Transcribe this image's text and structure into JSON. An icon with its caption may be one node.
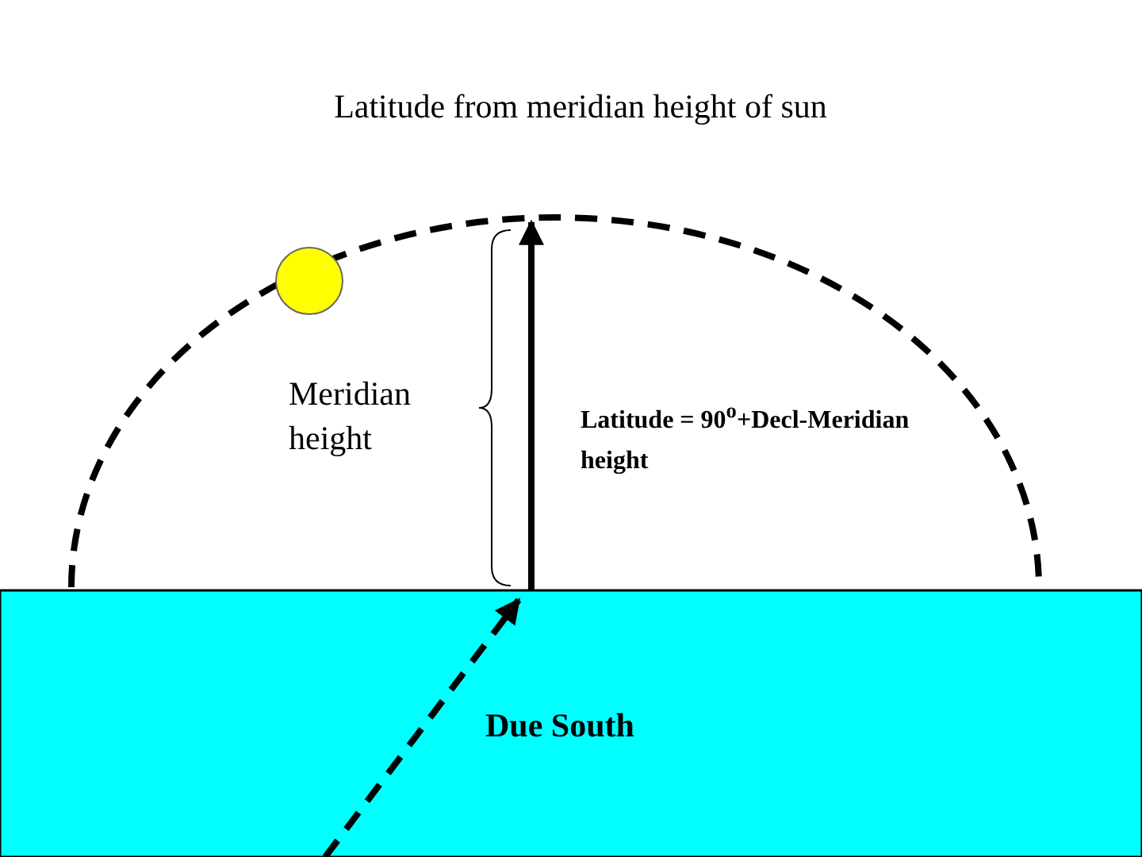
{
  "diagram": {
    "title": "Latitude from meridian height of sun",
    "labels": [
      "Meridian height",
      "Latitude = 90$^{o}$+Decl-Meridian height",
      "Due South"
    ]
  }
}
